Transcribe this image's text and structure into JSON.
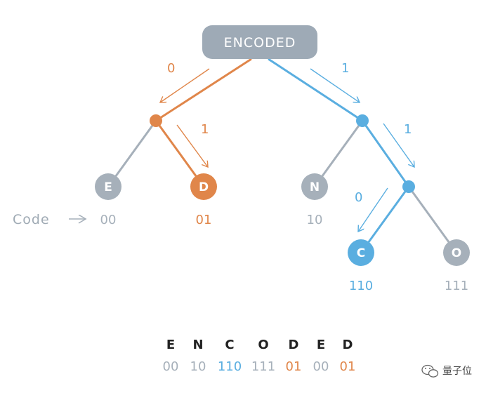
{
  "colors": {
    "gray": "#a6b0ba",
    "orange": "#e0864a",
    "blue": "#5aaee0",
    "root_fill": "#9eaab6",
    "text_dark": "#222222"
  },
  "root": {
    "label": "ENCODED"
  },
  "edge_labels": {
    "root_left": "0",
    "root_right": "1",
    "left_right": "1",
    "right_right": "1",
    "rr_left": "0"
  },
  "leaves": {
    "E": {
      "letter": "E",
      "code": "00"
    },
    "D": {
      "letter": "D",
      "code": "01"
    },
    "N": {
      "letter": "N",
      "code": "10"
    },
    "C": {
      "letter": "C",
      "code": "110"
    },
    "O": {
      "letter": "O",
      "code": "111"
    }
  },
  "code_row_label": "Code",
  "code_arrow": "→",
  "encoded_word": [
    "E",
    "N",
    "C",
    "O",
    "D",
    "E",
    "D"
  ],
  "encoded_bits": [
    "00",
    "10",
    "110",
    "111",
    "01",
    "00",
    "01"
  ],
  "encoded_bit_colors": [
    "gray",
    "gray",
    "blue",
    "gray",
    "orange",
    "gray",
    "orange"
  ],
  "watermark": {
    "text": "量子位",
    "icon": "wechat-icon"
  }
}
